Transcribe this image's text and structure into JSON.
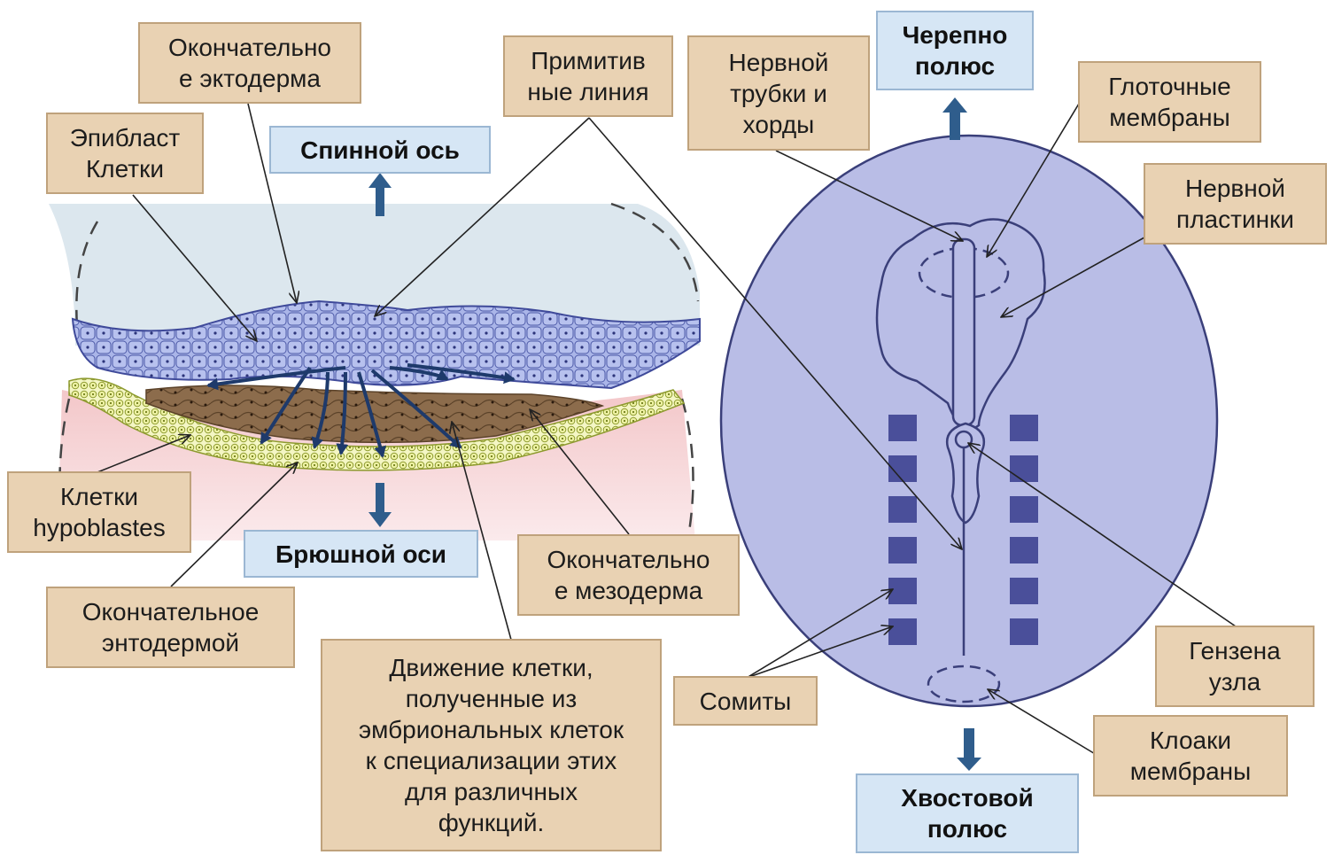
{
  "labels": {
    "ectoderm": "Окончательно\nе эктодерма",
    "primitive_streak": "Примитив\nные линия",
    "neural_tube": "Нервной\nтрубки и\nхорды",
    "epiblast": "Эпибласт\nКлетки",
    "pharyngeal": "Глоточные\nмембраны",
    "neural_plate": "Нервной\nпластинки",
    "hypoblast": "Клетки\nhypoblastes",
    "mesoderm": "Окончательно\nе мезодерма",
    "endoderm": "Окончательное\nэнтодермой",
    "cell_movement": "Движение клетки,\nполученные из\nэмбриональных клеток\nк специализации этих\nдля различных\nфункций.",
    "somites": "Сомиты",
    "hensen_node": "Гензена\nузла",
    "cloacal": "Клоаки\nмембраны"
  },
  "axes": {
    "dorsal": "Спинной ось",
    "ventral": "Брюшной оси",
    "cranial": "Черепно\nполюс",
    "caudal": "Хвостовой\nполюс"
  },
  "colors": {
    "label_fill": "#e9d2b3",
    "axis_fill": "#d6e6f5",
    "arrow_blue": "#2f5d8c",
    "epiblast_cells": "#9aa8e0",
    "mesoderm_cells": "#8b6b4a",
    "hypoblast_cells": "#eef0a8",
    "embryo_disc": "#b9bde6",
    "somite": "#4a4f9a"
  }
}
